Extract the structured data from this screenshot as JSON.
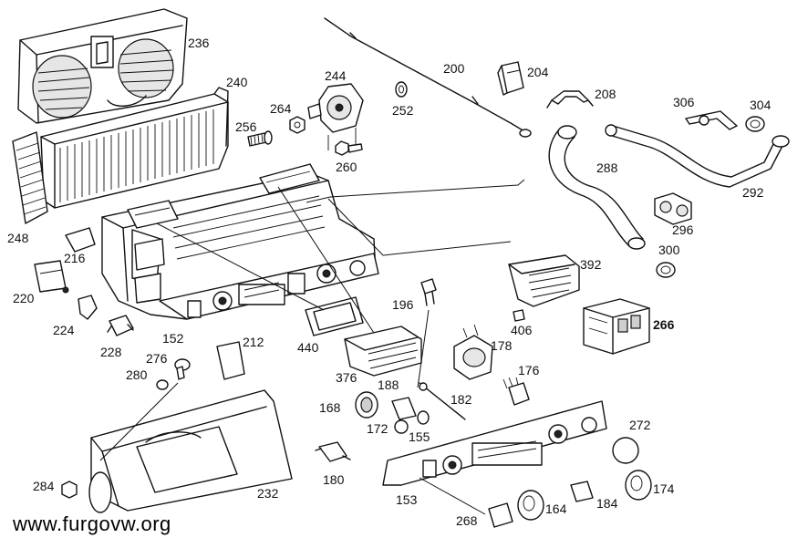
{
  "watermark": "www.furgovw.org",
  "labels": {
    "p236": "236",
    "p240": "240",
    "p244": "244",
    "p200": "200",
    "p204": "204",
    "p208": "208",
    "p306": "306",
    "p304": "304",
    "p264": "264",
    "p256": "256",
    "p252": "252",
    "p260": "260",
    "p288": "288",
    "p292": "292",
    "p296": "296",
    "p248": "248",
    "p216": "216",
    "p300": "300",
    "p392": "392",
    "p220": "220",
    "p224": "224",
    "p228": "228",
    "p152": "152",
    "p196": "196",
    "p406": "406",
    "p266": "266",
    "p440": "440",
    "p178": "178",
    "p212": "212",
    "p276": "276",
    "p280": "280",
    "p376": "376",
    "p188": "188",
    "p176": "176",
    "p182": "182",
    "p168": "168",
    "p172": "172",
    "p155": "155",
    "p272": "272",
    "p180": "180",
    "p174": "174",
    "p284": "284",
    "p232": "232",
    "p153": "153",
    "p184": "184",
    "p164": "164",
    "p268": "268"
  }
}
